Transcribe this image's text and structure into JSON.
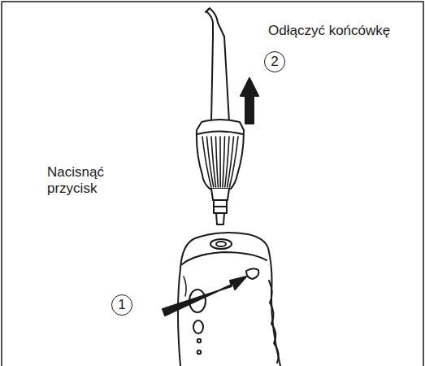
{
  "diagram": {
    "labels": [
      "Odłączyć końcówkę",
      "2",
      "Nacisnąć przycisk",
      "1"
    ]
  }
}
